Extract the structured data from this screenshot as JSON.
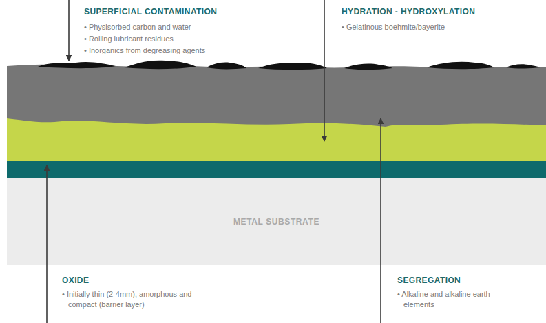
{
  "diagram": {
    "nodes": [
      {
        "text": [
          "METAL SUBSTRATE"
        ]
      }
    ],
    "labels": [
      "SUPERFICIAL CONTAMINATION",
      "• Physisorbed carbon and water",
      "• Rolling lubricant residues",
      "• Inorganics from degreasing agents",
      "HYDRATION - HYDROXYLATION",
      "• Gelatinous boehmite/bayerite",
      "OXIDE",
      "• Initially thin (2-4mm), amorphous and compact (barrier layer)",
      "SEGREGATION",
      "• Alkaline and alkaline earth elements"
    ]
  }
}
